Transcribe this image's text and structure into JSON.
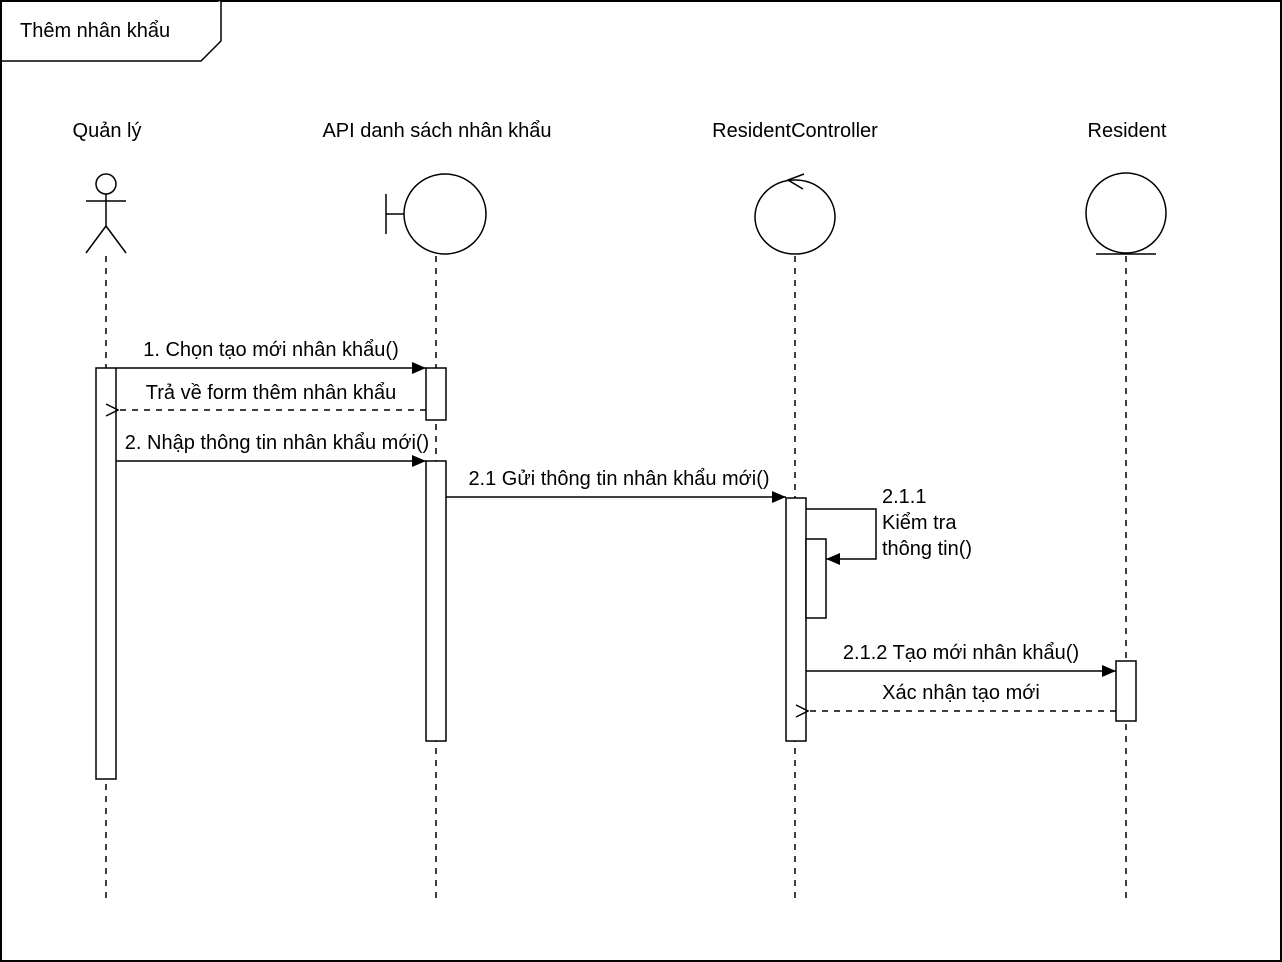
{
  "frame": {
    "title": "Thêm nhân khẩu"
  },
  "lifelines": {
    "manager": {
      "label": "Quản lý",
      "kind": "actor"
    },
    "api": {
      "label": "API danh sách nhân khẩu",
      "kind": "boundary"
    },
    "controller": {
      "label": "ResidentController",
      "kind": "control"
    },
    "resident": {
      "label": "Resident",
      "kind": "entity"
    }
  },
  "messages": {
    "m1": {
      "label": "1. Chọn tạo mới nhân khẩu()",
      "type": "synchronous"
    },
    "r1": {
      "label": "Trả về form thêm nhân khẩu",
      "type": "return"
    },
    "m2": {
      "label": "2. Nhập thông tin nhân khẩu mới()",
      "type": "synchronous"
    },
    "m21": {
      "label": "2.1 Gửi thông tin nhân khẩu mới()",
      "type": "synchronous"
    },
    "m211": {
      "label_line1": "2.1.1",
      "label_line2": "Kiểm tra",
      "label_line3": "thông tin()",
      "type": "self"
    },
    "m212": {
      "label": "2.1.2 Tạo mới nhân khẩu()",
      "type": "synchronous"
    },
    "r212": {
      "label": "Xác nhận tạo mới",
      "type": "return"
    }
  }
}
